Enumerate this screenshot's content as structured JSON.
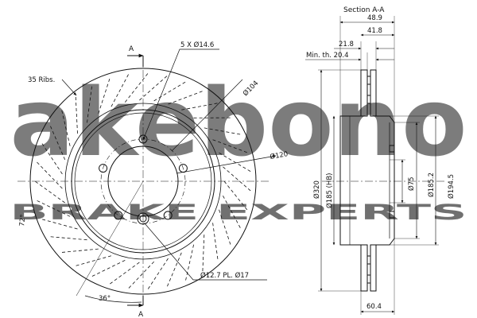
{
  "watermark": {
    "logo_text": "akebono",
    "tagline": "BRAKE EXPERTS",
    "color": "#9a9a9a"
  },
  "front_view": {
    "ribs_label": "35 Ribs.",
    "ribs_count": 35,
    "bolt_holes_label": "5 X Ø14.6",
    "bolt_hole_count": 5,
    "pcd_label": "Ø104",
    "center_label": "Ø120",
    "pin_label": "Ø12.7 PL. Ø17",
    "angle_label": "36°",
    "angle_left_label": "72°",
    "section_mark_top": "A",
    "section_mark_bottom": "A"
  },
  "section_view": {
    "title": "Section A-A",
    "dim_overall_width": "48.9",
    "dim_hat_depth": "41.8",
    "dim_offset": "21.8",
    "min_thickness": "Min. th. 20.4",
    "dim_outer_diameter": "Ø320",
    "dim_hub_bore": "Ø185 (HB)",
    "dim_center_bore": "Ø75",
    "dim_hat_diameter": "Ø185.2",
    "dim_hat_outer": "Ø194.5",
    "dim_bottom_width": "60.4"
  },
  "colors": {
    "line": "#111111",
    "accent": "#e8e8e8"
  }
}
